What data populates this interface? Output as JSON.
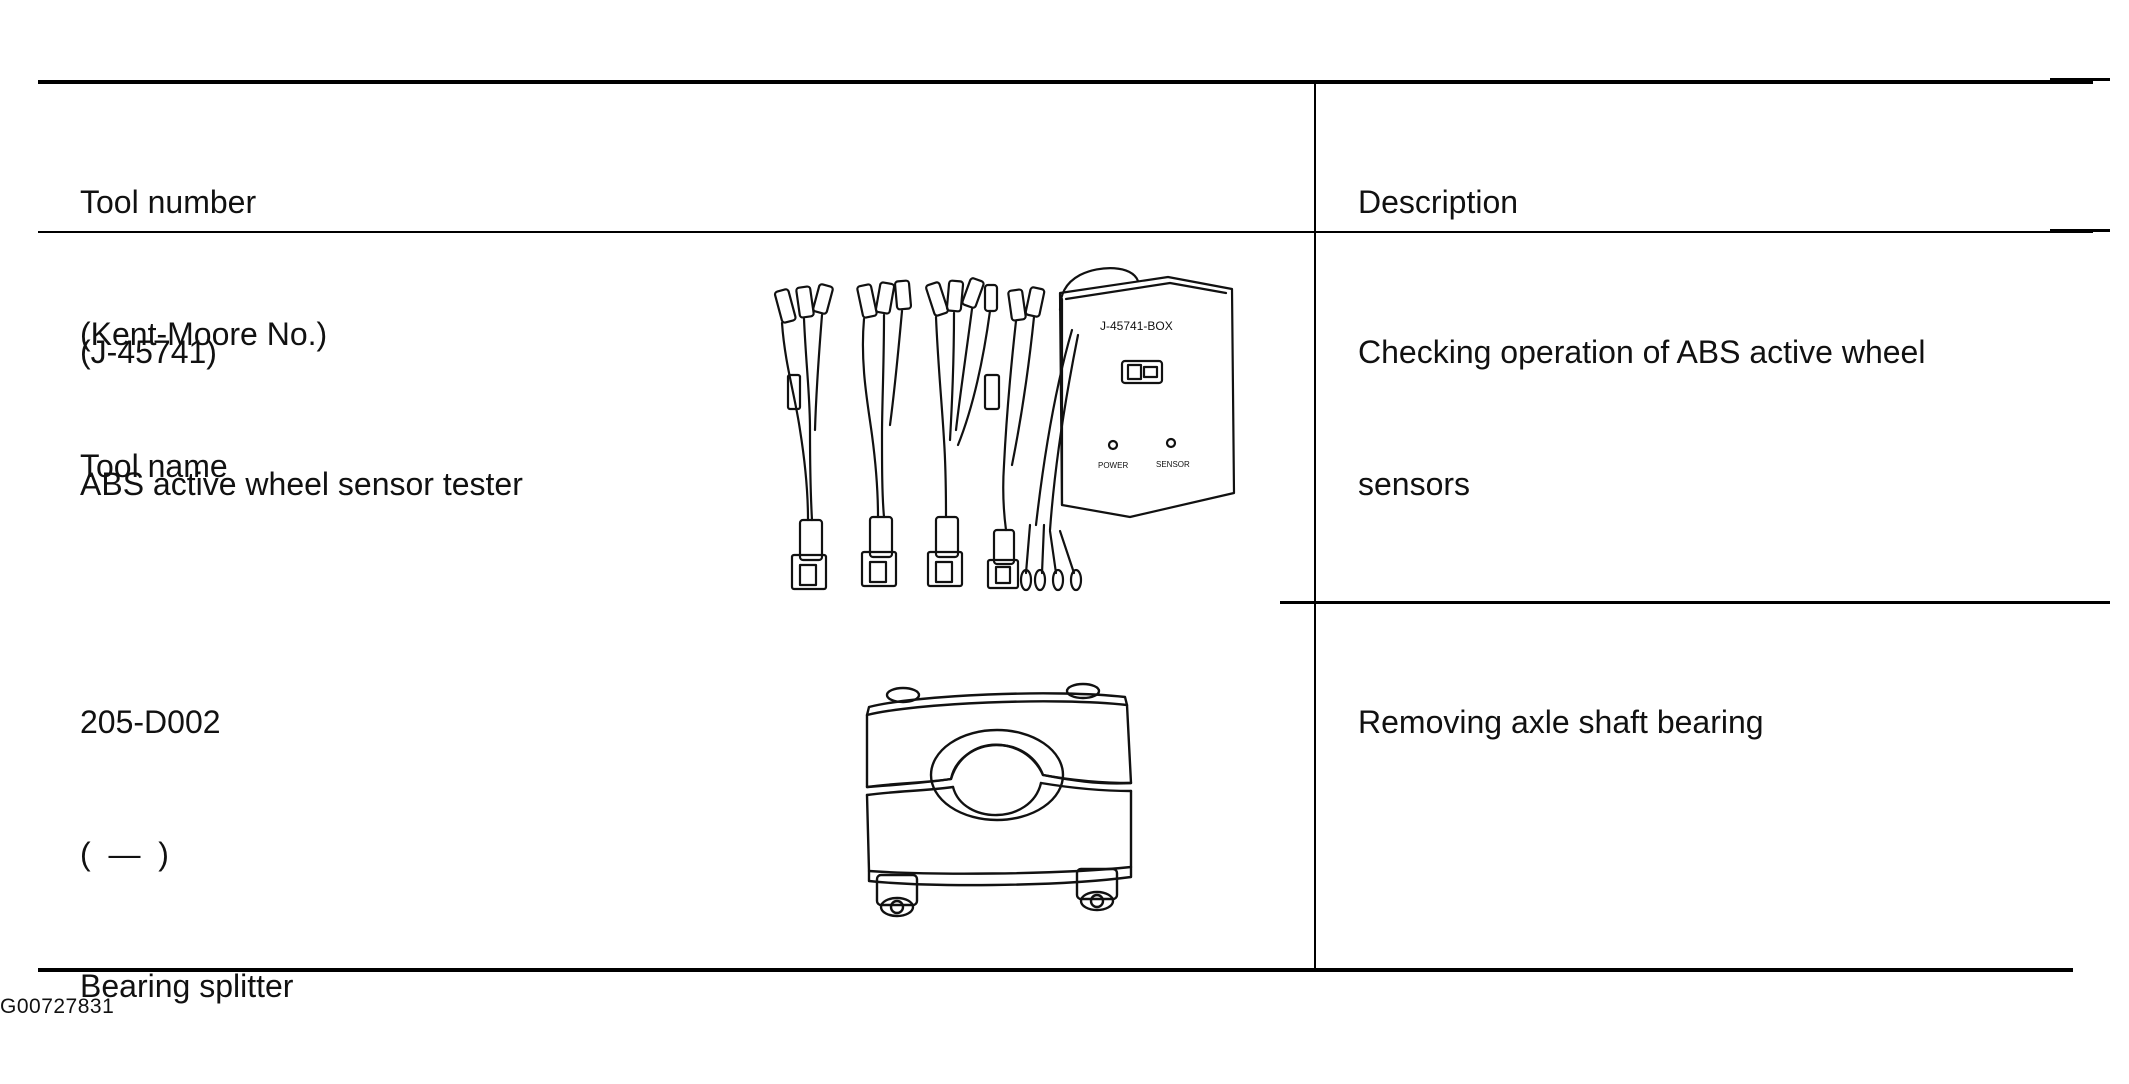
{
  "header": {
    "tool_lines": [
      "Tool number",
      "(Kent-Moore No.)",
      "Tool name"
    ],
    "description": "Description"
  },
  "rows": [
    {
      "tool_lines": [
        "(J-45741)",
        "ABS active wheel sensor tester"
      ],
      "description_lines": [
        "Checking operation of ABS active wheel",
        "sensors"
      ],
      "figure": {
        "box_label": "J-45741-BOX",
        "power_label": "POWER",
        "sensor_label": "SENSOR"
      }
    },
    {
      "tool_lines": [
        "205-D002",
        "(  —  )",
        "Bearing splitter"
      ],
      "description_lines": [
        "Removing axle shaft bearing"
      ]
    }
  ],
  "figure_code": "G00727831"
}
